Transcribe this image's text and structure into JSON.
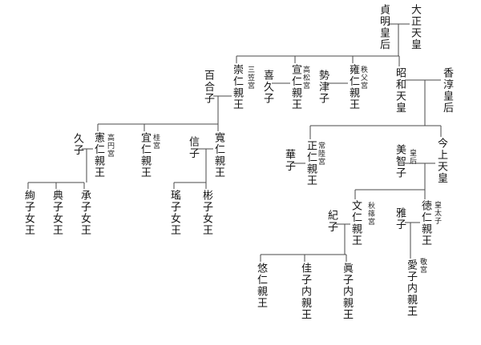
{
  "nodes": {
    "taisho": "大正天皇",
    "teimei": "貞明皇后",
    "takahito": "崇仁親王",
    "mikasa": "三笠宮",
    "yuriko": "百合子",
    "kikuko": "喜久子",
    "nobuhito": "宣仁親王",
    "takamatsu": "高松宮",
    "setsuko": "勢津子",
    "yasuhito": "雍仁親王",
    "chichibu": "秩父宮",
    "showa": "昭和天皇",
    "kojun": "香淳皇后",
    "hisako": "久子",
    "norihito": "憲仁親王",
    "takamado": "高円宮",
    "yoshihito": "宜仁親王",
    "katsura": "桂宮",
    "nobuko": "信子",
    "tomohito": "寬仁親王",
    "hanako": "華子",
    "masahito": "正仁親王",
    "hitachi": "常陸宮",
    "michiko": "美智子",
    "kogo": "皇后",
    "kinjo": "今上天皇",
    "ayako": "絢子女王",
    "noriko": "典子女王",
    "tsuguko": "承子女王",
    "yoko": "瑤子女王",
    "akiko": "彬子女王",
    "kiko": "紀子",
    "fumihito": "文仁親王",
    "akishino": "秋篠宮",
    "masako": "雅子",
    "naruhito": "徳仁親王",
    "kotaishi": "皇太子",
    "hisahito": "悠仁親王",
    "kako": "佳子内親王",
    "mako": "眞子内親王",
    "aiko": "愛子内親王",
    "toshinomiya": "敬宮"
  }
}
